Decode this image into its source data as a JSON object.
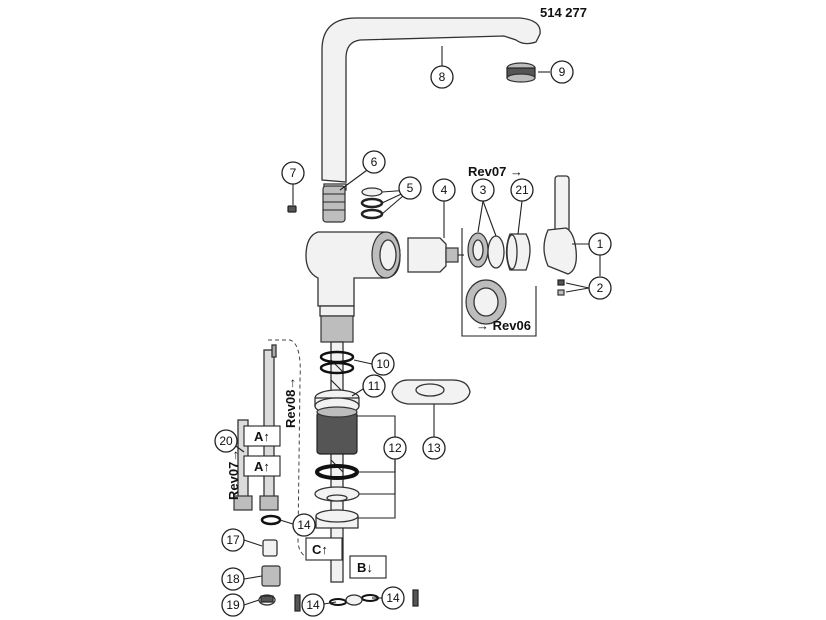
{
  "code": "514 277",
  "rev07_top": "Rev07 →",
  "rev06": "→ Rev06",
  "rev08": "Rev08→",
  "rev07_side": "Rev07→",
  "label_a1": "A↑",
  "label_a2": "A↑",
  "label_c": "C↑",
  "label_b": "B↓",
  "callouts": [
    "1",
    "2",
    "3",
    "4",
    "5",
    "6",
    "7",
    "8",
    "9",
    "10",
    "11",
    "12",
    "13",
    "14",
    "14",
    "14",
    "17",
    "18",
    "19",
    "20",
    "21"
  ]
}
